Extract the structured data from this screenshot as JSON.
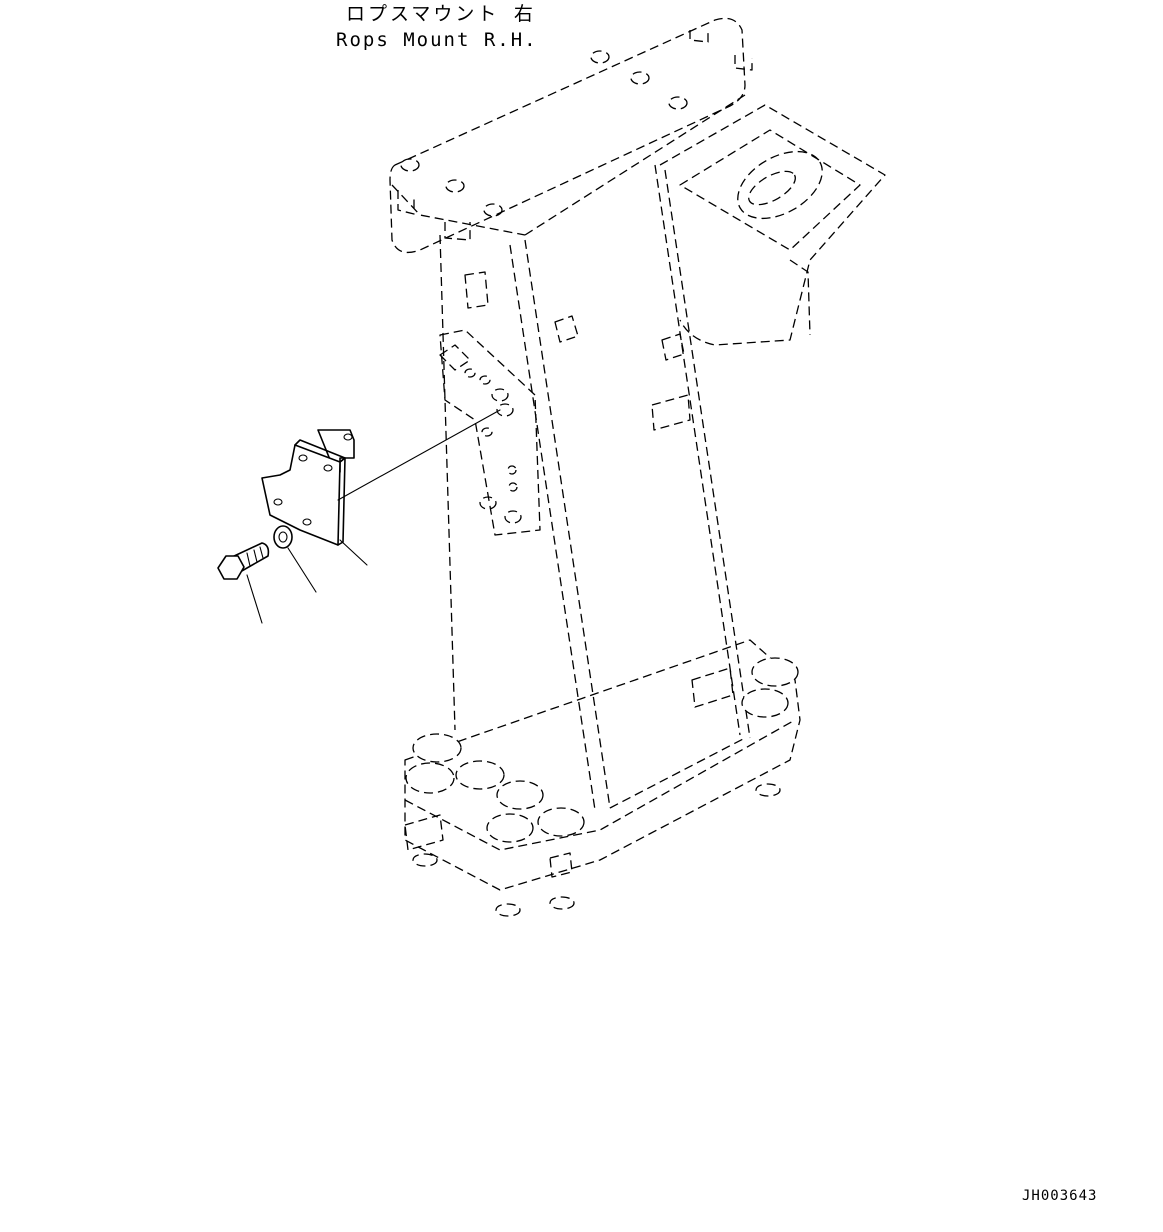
{
  "title": {
    "japanese": "ロプスマウント 右",
    "english": "Rops Mount R.H."
  },
  "drawing_id": "JH003643"
}
